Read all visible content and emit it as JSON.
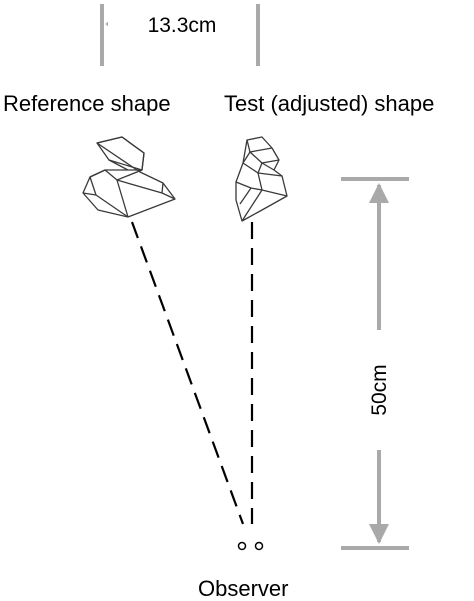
{
  "labels": {
    "width_dimension": "13.3cm",
    "reference": "Reference shape",
    "test": "Test (adjusted) shape",
    "distance_dimension": "50cm",
    "observer": "Observer"
  },
  "colors": {
    "dimension_gray": "#a9a9a9",
    "line_black": "#000000",
    "shape_stroke": "#3a3a3a"
  },
  "icons": {
    "observer_eyes": "two-small-circles",
    "dimension_arrows": "arrowheads"
  }
}
